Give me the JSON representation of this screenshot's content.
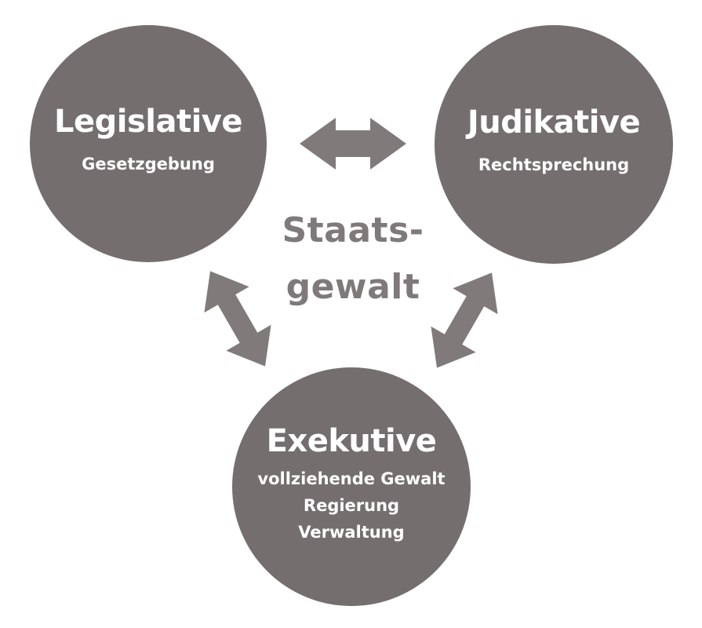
{
  "legislative": {
    "title": "Legislative",
    "subtitle": "Gesetzgebung"
  },
  "judikative": {
    "title": "Judikative",
    "subtitle": "Rechtsprechung"
  },
  "exekutive": {
    "title": "Exekutive",
    "lines": [
      "vollziehende Gewalt",
      "Regierung",
      "Verwaltung"
    ]
  },
  "center": {
    "line1": "Staats-",
    "line2": "gewalt"
  },
  "colors": {
    "circle": "#746f6e",
    "arrow": "#807b7a",
    "center_text": "#7f7a79",
    "circle_text": "#ffffff"
  }
}
